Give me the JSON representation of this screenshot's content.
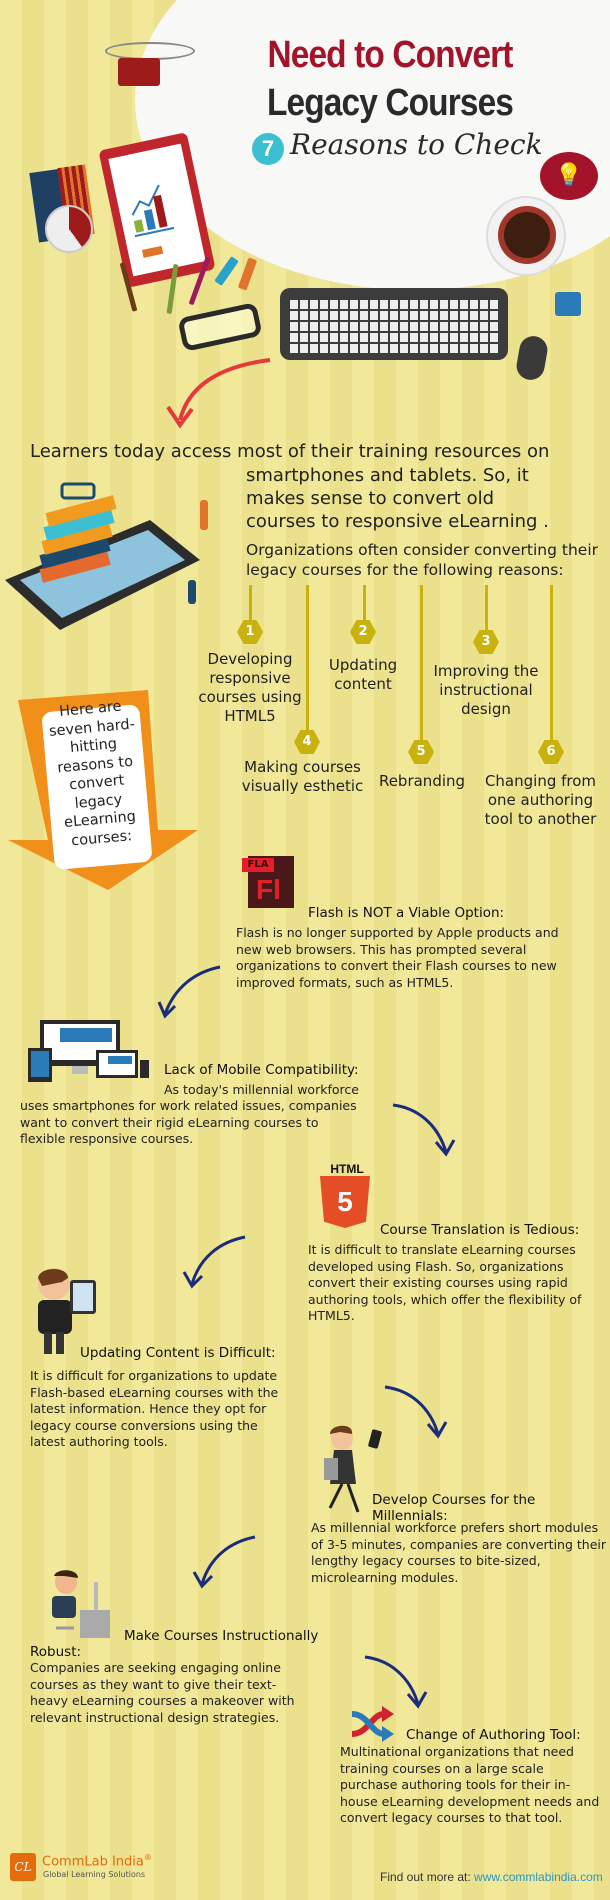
{
  "header": {
    "title_line1": "Need to Convert",
    "title_line2": "Legacy Courses",
    "number_badge": "7",
    "subtitle": "Reasons to Check",
    "colors": {
      "title_red": "#a3142a",
      "title_dark": "#2a2a2a",
      "badge_teal": "#3cc0d1"
    }
  },
  "intro": {
    "line1": "Learners today access most of their training resources on",
    "rest": "smartphones and tablets. So, it makes sense to convert old courses to responsive eLearning .",
    "orgs": "Organizations often consider converting their legacy courses for the following reasons:"
  },
  "reasons": [
    {
      "number": "1",
      "label": "Developing responsive courses using HTML5"
    },
    {
      "number": "2",
      "label": "Updating content"
    },
    {
      "number": "3",
      "label": "Improving the instructional design"
    },
    {
      "number": "4",
      "label": "Making courses visually esthetic"
    },
    {
      "number": "5",
      "label": "Rebranding"
    },
    {
      "number": "6",
      "label": "Changing from one authoring tool to another"
    }
  ],
  "callout": {
    "text": "Here are seven hard-hitting reasons to convert legacy eLearning courses:"
  },
  "sections": [
    {
      "icon": "flash-file-icon",
      "icon_tab": "FLA",
      "icon_glyph": "Fl",
      "title": "Flash is NOT a Viable Option:",
      "body": "Flash is no longer supported by Apple products and new web browsers. This has prompted several organizations to convert their Flash courses to new improved formats, such as HTML5."
    },
    {
      "icon": "responsive-devices-icon",
      "title": "Lack of Mobile Compatibility:",
      "body_first": "As today's millennial workforce",
      "body": "uses smartphones for work related issues,  companies want to convert their rigid eLearning courses to flexible responsive courses."
    },
    {
      "icon": "html5-icon",
      "icon_label": "HTML",
      "icon_glyph": "5",
      "title": "Course Translation is Tedious:",
      "body": "It is difficult to translate eLearning courses developed using Flash. So, organizations convert their existing courses using rapid authoring tools, which offer the flexibility of HTML5."
    },
    {
      "icon": "man-with-tablet-icon",
      "title": "Updating Content is Difficult:",
      "body": "It is difficult for organizations to update Flash-based eLearning courses with the latest information. Hence they opt for legacy course conversions using the latest authoring tools."
    },
    {
      "icon": "woman-with-phone-icon",
      "title": "Develop Courses for the Millennials:",
      "body": "As millennial workforce prefers short modules of 3-5 minutes,  companies are converting their lengthy legacy courses to bite-sized, microlearning modules."
    },
    {
      "icon": "man-at-computer-icon",
      "title": "Make Courses Instructionally",
      "title_cont": "Robust:",
      "body": "Companies are seeking engaging online courses as they want to give their text-heavy eLearning courses a makeover with relevant instructional design strategies."
    },
    {
      "icon": "shuffle-arrows-icon",
      "title": "Change of Authoring Tool:",
      "body": "Multinational organizations that need training courses on a large scale purchase authoring tools for their in-house eLearning development needs and convert legacy courses to that tool."
    }
  ],
  "footer": {
    "logo_glyph": "CL",
    "brand": "CommLab India",
    "registered": "®",
    "tagline": "Global Learning Solutions",
    "find_more": "Find out more at: ",
    "url": "www.commlabindia.com"
  }
}
